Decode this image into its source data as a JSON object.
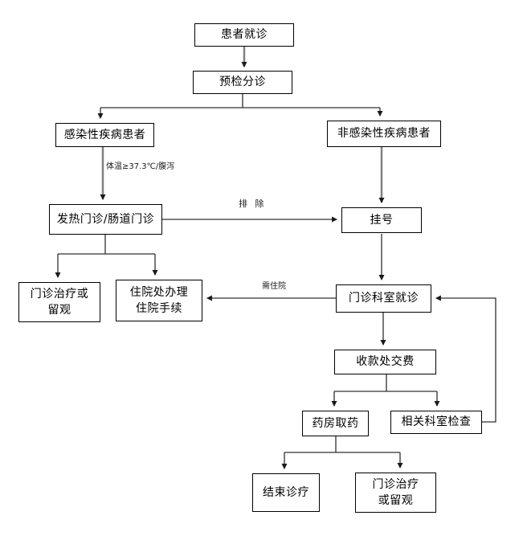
{
  "diagram": {
    "type": "flowchart",
    "language": "zh-CN",
    "nodes": [
      {
        "id": "patient-visit",
        "label": "患者就诊"
      },
      {
        "id": "pre-check-triage",
        "label": "预检分诊"
      },
      {
        "id": "infectious-patients",
        "label": "感染性疾病患者"
      },
      {
        "id": "non-infectious-patients",
        "label": "非感染性疾病患者"
      },
      {
        "id": "fever-intestinal-clinic",
        "label": "发热门诊/肠道门诊"
      },
      {
        "id": "registration",
        "label": "挂号"
      },
      {
        "id": "outpatient-obs-left",
        "label": "门诊治疗或\n留观"
      },
      {
        "id": "admission-procedures",
        "label": "住院处办理\n住院手续"
      },
      {
        "id": "outpatient-dept-visit",
        "label": "门诊科室就诊"
      },
      {
        "id": "cashier-payment",
        "label": "收款处交费"
      },
      {
        "id": "pharmacy-dispensing",
        "label": "药房取药"
      },
      {
        "id": "related-dept-examination",
        "label": "相关科室检查"
      },
      {
        "id": "end-of-treatment",
        "label": "结束诊疗"
      },
      {
        "id": "outpatient-obs-bottom",
        "label": "门诊治疗\n或留观"
      }
    ],
    "edge_labels": [
      {
        "id": "temperature-condition",
        "label": "体温≥37.3℃/腹泻"
      },
      {
        "id": "excluded",
        "label": "排 除"
      },
      {
        "id": "needs-hospitalization",
        "label": "需住院"
      }
    ],
    "colors": {
      "background": "#ffffff",
      "box_border": "#000000",
      "box_fill": "#ffffff",
      "thick_arrow": "#808080",
      "thin_arrow": "#303030",
      "arrowhead": "#1a1a1a"
    }
  }
}
